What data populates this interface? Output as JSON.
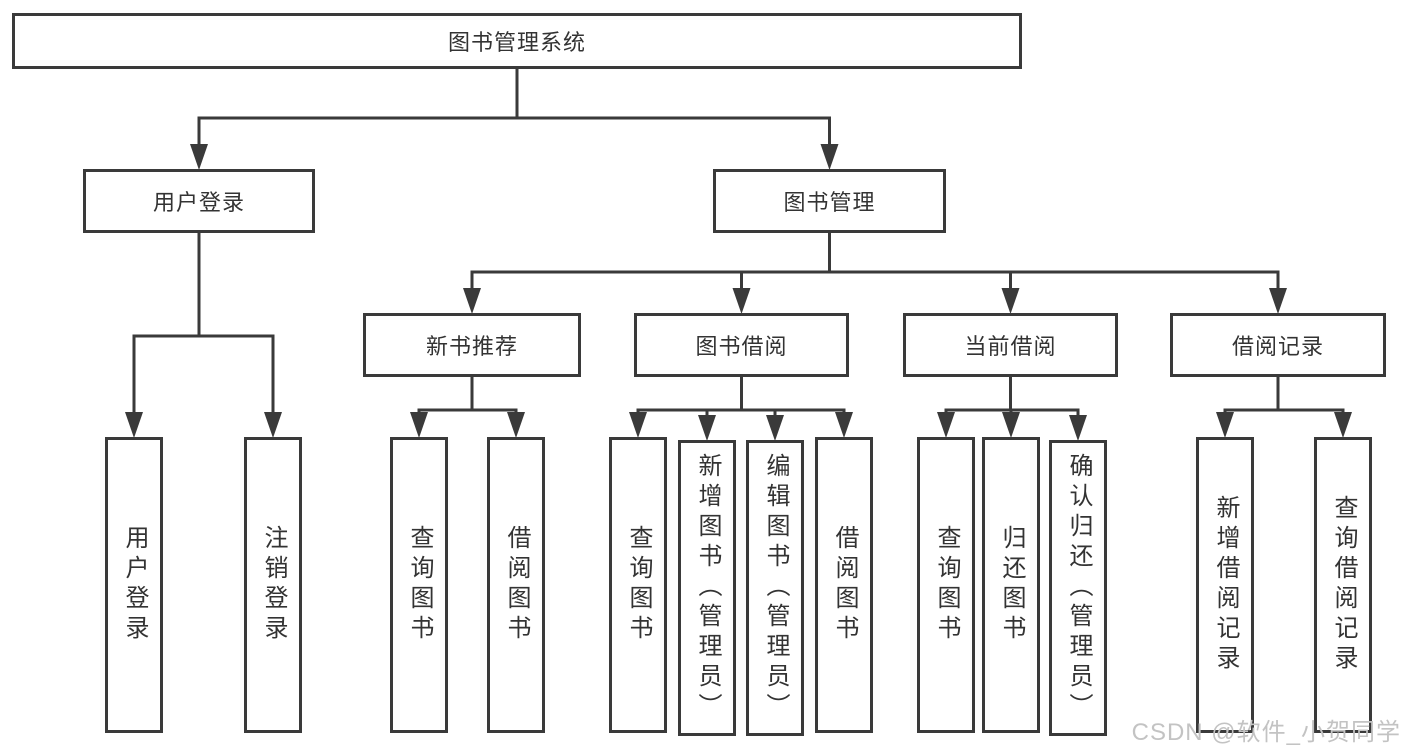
{
  "diagram": {
    "title": "图书管理系统",
    "nodes": [
      {
        "id": "system",
        "label": "图书管理系统",
        "orientation": "horizontal"
      },
      {
        "id": "user-login",
        "label": "用户登录",
        "orientation": "horizontal"
      },
      {
        "id": "book-management",
        "label": "图书管理",
        "orientation": "horizontal"
      },
      {
        "id": "new-book-recommend",
        "label": "新书推荐",
        "orientation": "horizontal"
      },
      {
        "id": "book-borrow",
        "label": "图书借阅",
        "orientation": "horizontal"
      },
      {
        "id": "current-borrow",
        "label": "当前借阅",
        "orientation": "horizontal"
      },
      {
        "id": "borrow-record",
        "label": "借阅记录",
        "orientation": "horizontal"
      },
      {
        "id": "user-login-action",
        "label": "用户登录",
        "orientation": "vertical"
      },
      {
        "id": "logout-action",
        "label": "注销登录",
        "orientation": "vertical"
      },
      {
        "id": "query-book-recommend",
        "label": "查询图书",
        "orientation": "vertical"
      },
      {
        "id": "borrow-book-recommend",
        "label": "借阅图书",
        "orientation": "vertical"
      },
      {
        "id": "query-book-borrow",
        "label": "查询图书",
        "orientation": "vertical"
      },
      {
        "id": "add-book-admin",
        "label": "新增图书（管理员）",
        "orientation": "vertical"
      },
      {
        "id": "edit-book-admin",
        "label": "编辑图书（管理员）",
        "orientation": "vertical"
      },
      {
        "id": "borrow-book-action",
        "label": "借阅图书",
        "orientation": "vertical"
      },
      {
        "id": "query-book-current",
        "label": "查询图书",
        "orientation": "vertical"
      },
      {
        "id": "return-book",
        "label": "归还图书",
        "orientation": "vertical"
      },
      {
        "id": "confirm-return-admin",
        "label": "确认归还（管理员）",
        "orientation": "vertical"
      },
      {
        "id": "add-borrow-record",
        "label": "新增借阅记录",
        "orientation": "vertical"
      },
      {
        "id": "query-borrow-record",
        "label": "查询借阅记录",
        "orientation": "vertical"
      }
    ],
    "edges": [
      {
        "from": "system",
        "to": [
          "user-login",
          "book-management"
        ]
      },
      {
        "from": "user-login",
        "to": [
          "user-login-action",
          "logout-action"
        ]
      },
      {
        "from": "book-management",
        "to": [
          "new-book-recommend",
          "book-borrow",
          "current-borrow",
          "borrow-record"
        ]
      },
      {
        "from": "new-book-recommend",
        "to": [
          "query-book-recommend",
          "borrow-book-recommend"
        ]
      },
      {
        "from": "book-borrow",
        "to": [
          "query-book-borrow",
          "add-book-admin",
          "edit-book-admin",
          "borrow-book-action"
        ]
      },
      {
        "from": "current-borrow",
        "to": [
          "query-book-current",
          "return-book",
          "confirm-return-admin"
        ]
      },
      {
        "from": "borrow-record",
        "to": [
          "add-borrow-record",
          "query-borrow-record"
        ]
      }
    ]
  },
  "watermark": {
    "text": "CSDN @软件_小贺同学"
  },
  "colors": {
    "line": "#3a3a3a",
    "box_border": "#3a3a3a",
    "text": "#333333",
    "background": "#ffffff",
    "watermark": "#c3c3c3"
  }
}
